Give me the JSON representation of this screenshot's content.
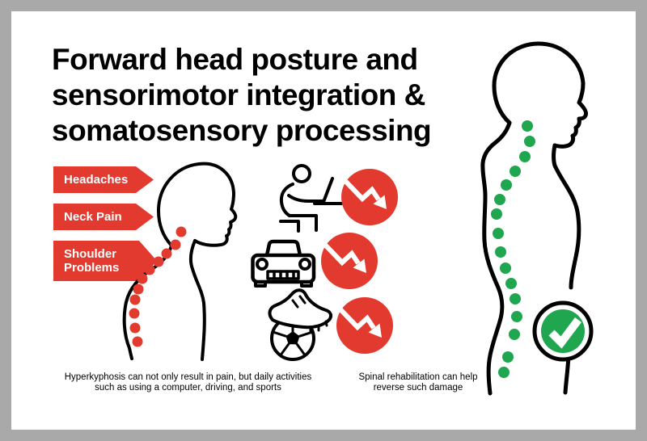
{
  "title": {
    "line1": "Forward head posture and",
    "line2": "sensorimotor integration &",
    "line3": "somatosensory processing"
  },
  "symptom_tags": [
    {
      "label": "Headaches"
    },
    {
      "label": "Neck Pain"
    },
    {
      "label": "Shoulder Problems"
    }
  ],
  "captions": {
    "left": "Hyperkyphosis can not only result in pain, but daily activities such as using a computer, driving, and sports",
    "right": "Spinal rehabilitation can help reverse such damage"
  },
  "icons": {
    "computer": "person-at-computer-icon",
    "driving": "car-icon",
    "sports": "soccer-cleat-and-ball-icon",
    "decline": "decline-arrow-badge",
    "check": "checkmark-badge"
  },
  "colors": {
    "red": "#e23a2e",
    "green": "#1fa64e",
    "outline": "#000000",
    "frame": "#a9a9a9",
    "bg": "#ffffff"
  }
}
